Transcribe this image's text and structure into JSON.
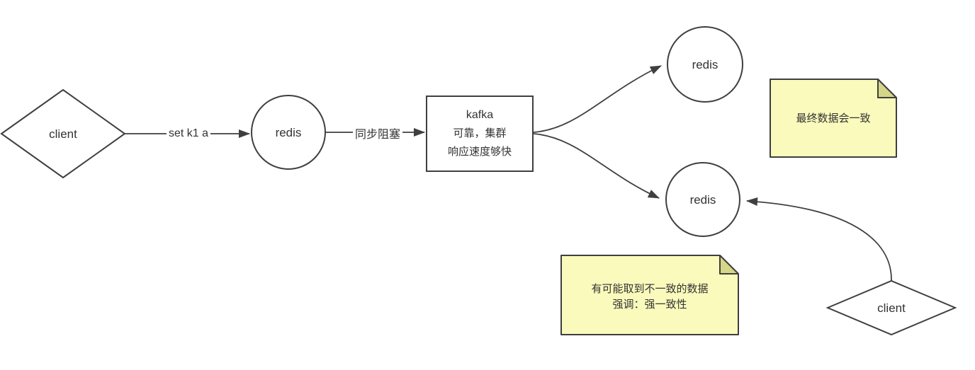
{
  "colors": {
    "bg": "#ffffff",
    "stroke": "#3f3f3f",
    "text": "#333333",
    "note_fill": "#fafabc",
    "note_fold": "#d6d688"
  },
  "nodes": {
    "client_left": {
      "label": "client"
    },
    "redis_main": {
      "label": "redis"
    },
    "kafka": {
      "line1": "kafka",
      "line2": "可靠，集群",
      "line3": "响应速度够快"
    },
    "redis_top": {
      "label": "redis"
    },
    "redis_bottom": {
      "label": "redis"
    },
    "client_bottom": {
      "label": "client"
    }
  },
  "edges": {
    "client_to_redis": {
      "label": "set k1 a"
    },
    "redis_to_kafka": {
      "label": "同步阻塞"
    }
  },
  "notes": {
    "eventual": {
      "text": "最终数据会一致"
    },
    "inconsistent": {
      "line1": "有可能取到不一致的数据",
      "line2": "强调：强一致性"
    }
  }
}
